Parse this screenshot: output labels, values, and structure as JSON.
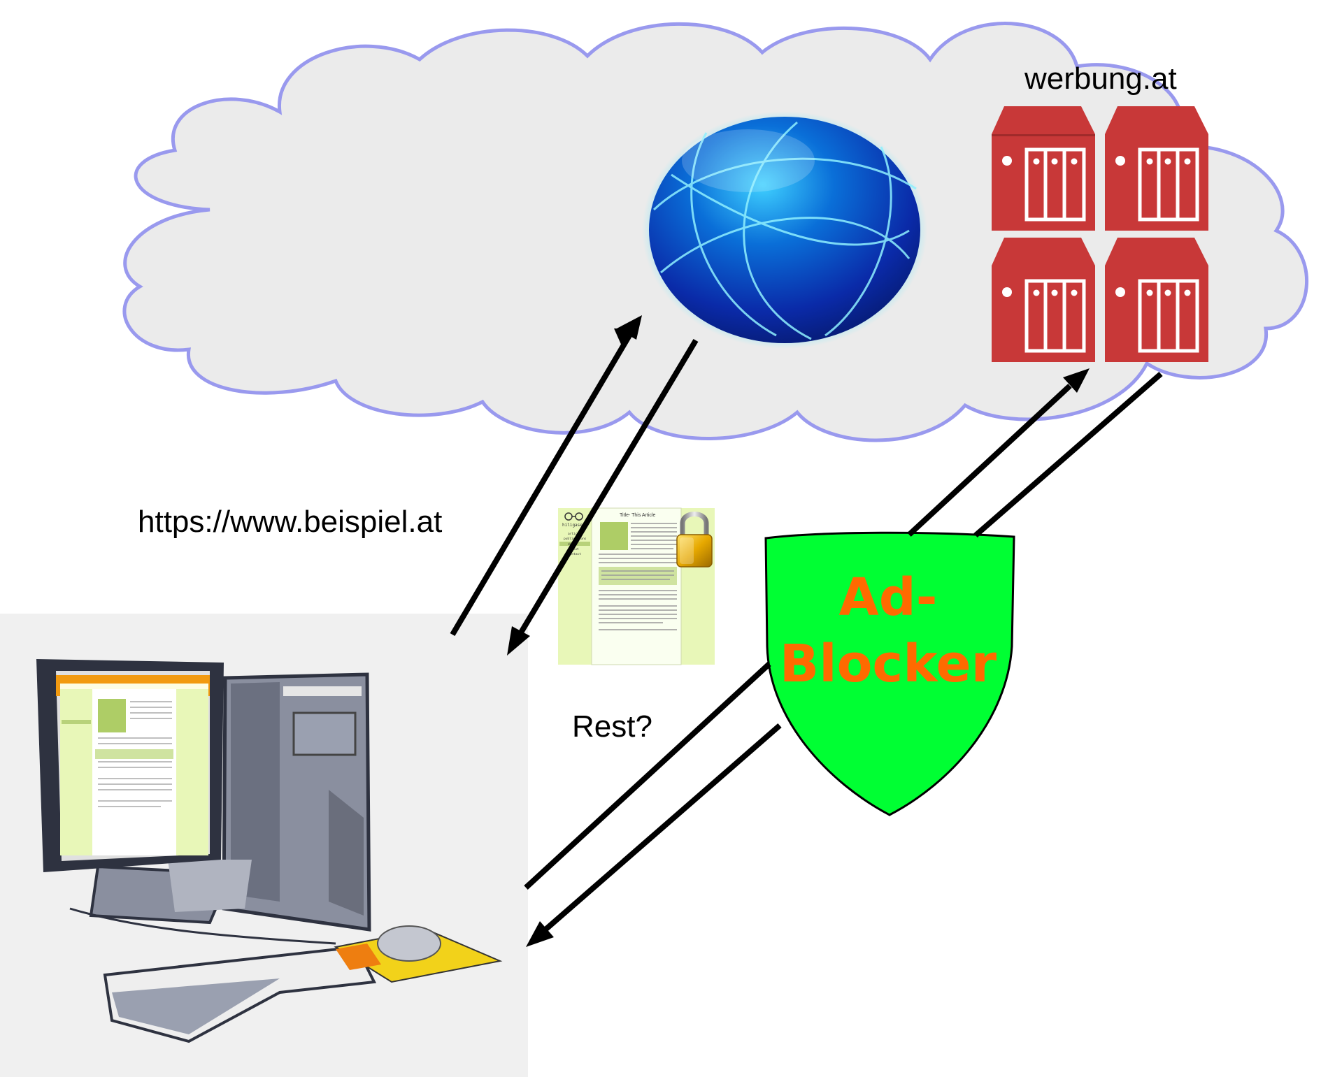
{
  "labels": {
    "ad_server_domain": "werbung.at",
    "request_url": "https://www.beispiel.at",
    "rest_question": "Rest?",
    "adblocker_line1": "Ad-",
    "adblocker_line2": "Blocker"
  },
  "webpage_thumbnail": {
    "logo_text": "hiligaser",
    "title": "Title- This Article",
    "nav_items": [
      "articles",
      "publications",
      "demos",
      "about",
      "contact"
    ]
  },
  "colors": {
    "cloud_fill": "#ebebeb",
    "cloud_stroke": "#9999ee",
    "server_red": "#c83838",
    "shield_green": "#00ff33",
    "shield_text": "#ff6a00",
    "arrow": "#000000",
    "client_area": "#f0f0f0"
  },
  "icons": {
    "globe": "internet-globe-icon",
    "servers": "ad-server-icon",
    "padlock": "padlock-icon",
    "shield": "shield-icon",
    "computer": "desktop-computer-icon"
  }
}
